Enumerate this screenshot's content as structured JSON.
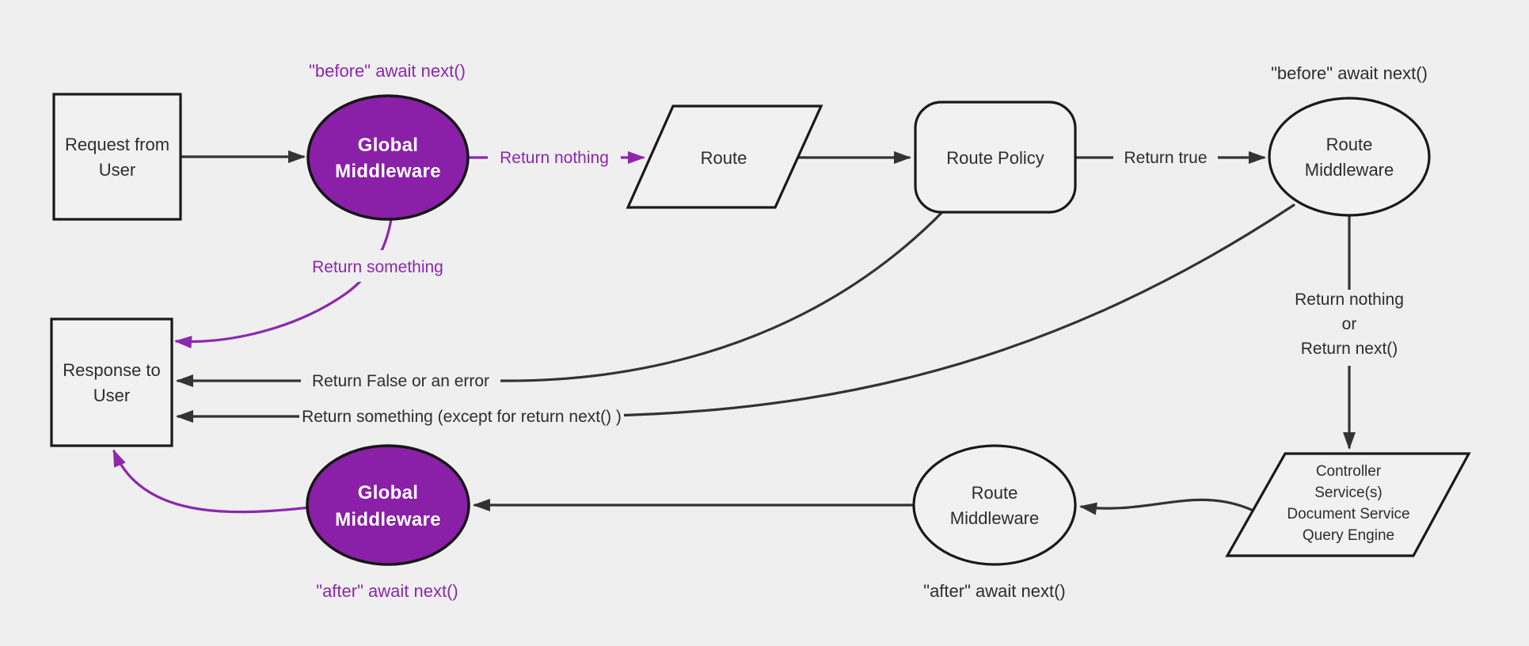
{
  "colors": {
    "background": "#efefef",
    "node_fill": "#f1f1f1",
    "node_purple_fill": "#8a1fa8",
    "purple": "#8d27ad",
    "edge": "#333333",
    "text": "#2d2d2d"
  },
  "nodes": {
    "request": {
      "line1": "Request from",
      "line2": "User"
    },
    "global_middleware_top": {
      "line1": "Global",
      "line2": "Middleware"
    },
    "route": {
      "label": "Route"
    },
    "route_policy": {
      "label": "Route Policy"
    },
    "route_middleware_top": {
      "line1": "Route",
      "line2": "Middleware"
    },
    "controller": {
      "line1": "Controller",
      "line2": "Service(s)",
      "line3": "Document Service",
      "line4": "Query Engine"
    },
    "route_middleware_bottom": {
      "line1": "Route",
      "line2": "Middleware"
    },
    "global_middleware_bottom": {
      "line1": "Global",
      "line2": "Middleware"
    },
    "response": {
      "line1": "Response to",
      "line2": "User"
    }
  },
  "edge_labels": {
    "return_nothing": "Return nothing",
    "return_true": "Return true",
    "return_nothing_or_line1": "Return nothing",
    "return_nothing_or_line2": "or",
    "return_nothing_or_line3": "Return next()",
    "return_something": "Return something",
    "return_false_or_error": "Return False or an error",
    "return_something_except": "Return something (except for return next() )"
  },
  "annotations": {
    "before_await_top": "\"before\" await next()",
    "before_await_right": "\"before\" await next()",
    "after_await_mid": "\"after\" await next()",
    "after_await_left": "\"after\" await next()"
  }
}
